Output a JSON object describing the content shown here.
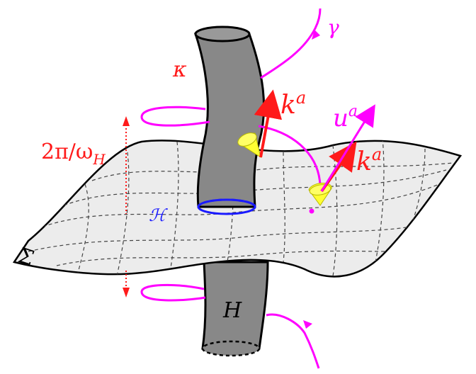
{
  "labels": {
    "gamma": "γ",
    "kappa": "κ",
    "k_top": "k",
    "k_top_sup": "a",
    "u": "u",
    "u_sup": "a",
    "k_right": "k",
    "k_right_sup": "a",
    "period": "2π/ω",
    "period_sub": "H",
    "horizon_section": "ℋ",
    "sigma": "Σ",
    "horizon": "H"
  },
  "colors": {
    "red": "#ff1a1a",
    "magenta": "#ff00ff",
    "blue": "#1a1aff",
    "yellow": "#ffff33",
    "tube": "#888888",
    "surface": "#ececec",
    "black": "#000000"
  }
}
